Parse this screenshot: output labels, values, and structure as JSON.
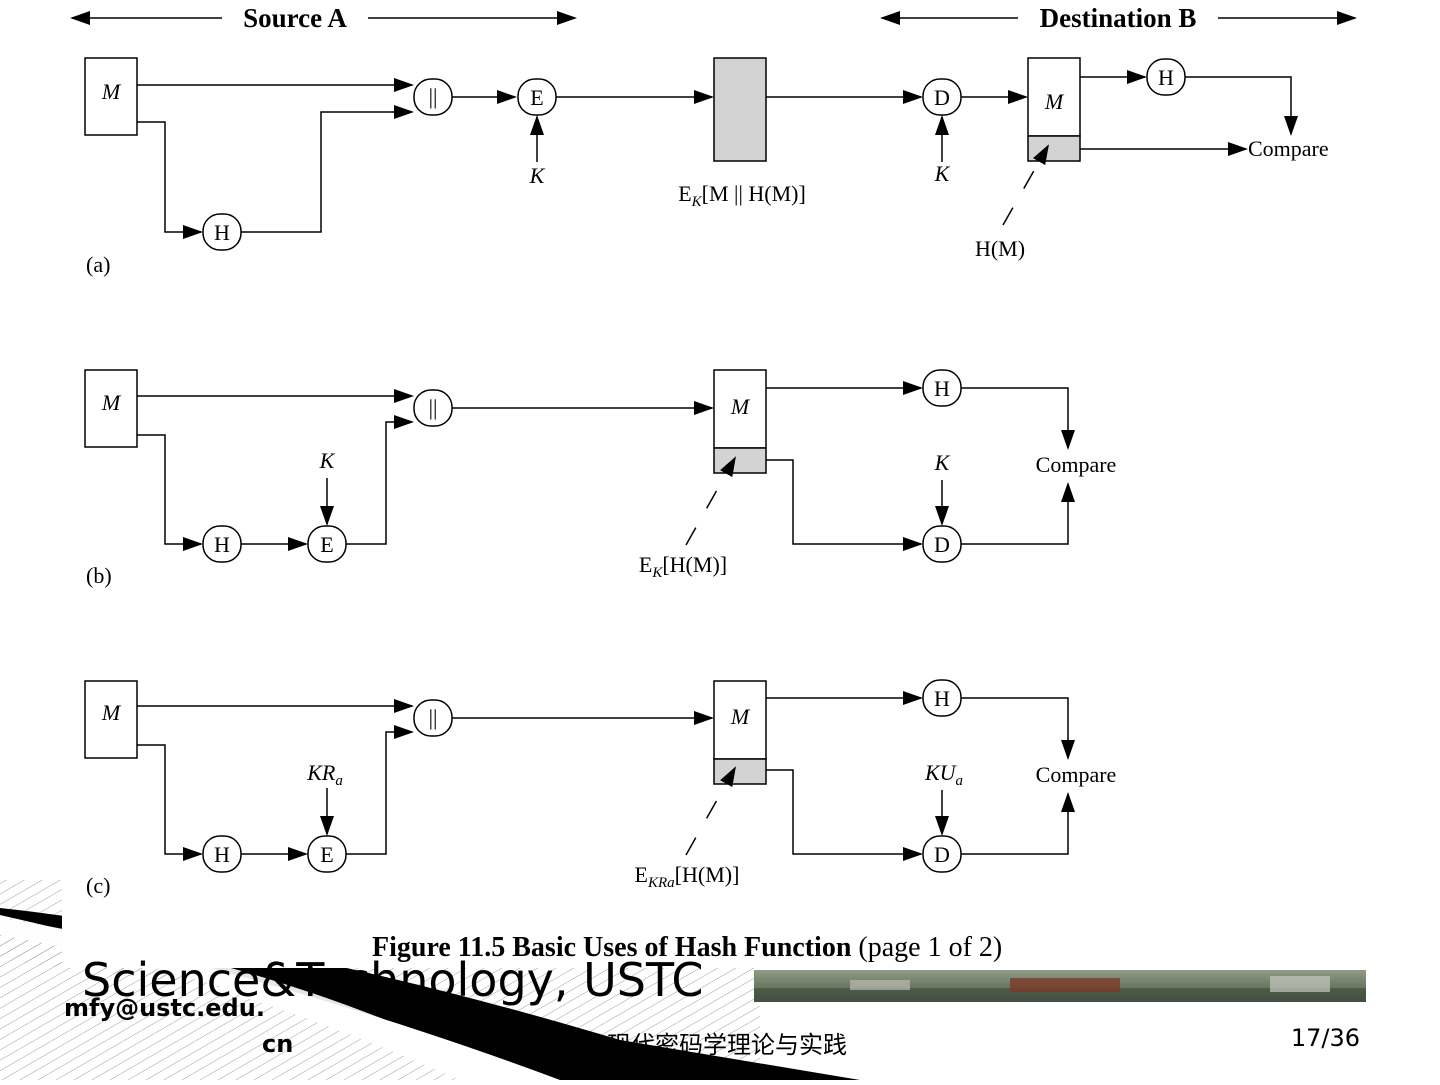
{
  "header": {
    "source": "Source A",
    "destination": "Destination B"
  },
  "diagram_a": {
    "panel_label": "(a)",
    "message": "M",
    "hash": "H",
    "concat": "||",
    "encrypt": "E",
    "decrypt": "D",
    "key_enc": "K",
    "key_dec": "K",
    "transmitted_prefix": "E",
    "transmitted_sub": "K",
    "transmitted_suffix": "[M || H(M)]",
    "recv_message": "M",
    "recv_hash_label": "H(M)",
    "compare": "Compare",
    "hash_b": "H"
  },
  "diagram_b": {
    "panel_label": "(b)",
    "message": "M",
    "hash": "H",
    "encrypt": "E",
    "key_enc": "K",
    "concat": "||",
    "recv_message": "M",
    "recv_label_prefix": "E",
    "recv_label_sub": "K",
    "recv_label_suffix": "[H(M)]",
    "hash_b": "H",
    "key_dec": "K",
    "decrypt": "D",
    "compare": "Compare"
  },
  "diagram_c": {
    "panel_label": "(c)",
    "message": "M",
    "hash": "H",
    "encrypt": "E",
    "key_enc_main": "KR",
    "key_enc_sub": "a",
    "concat": "||",
    "recv_message": "M",
    "recv_label_prefix": "E",
    "recv_label_sub": "KRa",
    "recv_label_suffix": "[H(M)]",
    "hash_b": "H",
    "key_dec_main": "KU",
    "key_dec_sub": "a",
    "decrypt": "D",
    "compare": "Compare"
  },
  "caption": {
    "bold": "Figure 11.5  Basic Uses of Hash Function",
    "normal": " (page 1 of 2)"
  },
  "footer": {
    "watermark_line": "Science&Technology, USTC",
    "email_line1": "mfy@ustc.edu.",
    "email_line2": "cn",
    "course_title": "现代密码学理论与实践",
    "page_number": "17/36"
  },
  "colors": {
    "shaded_block": "#d3d3d3",
    "footer_text": "#2a6fbf",
    "page_number": "#1f5fa6",
    "watermark": "#b8c9e8"
  }
}
